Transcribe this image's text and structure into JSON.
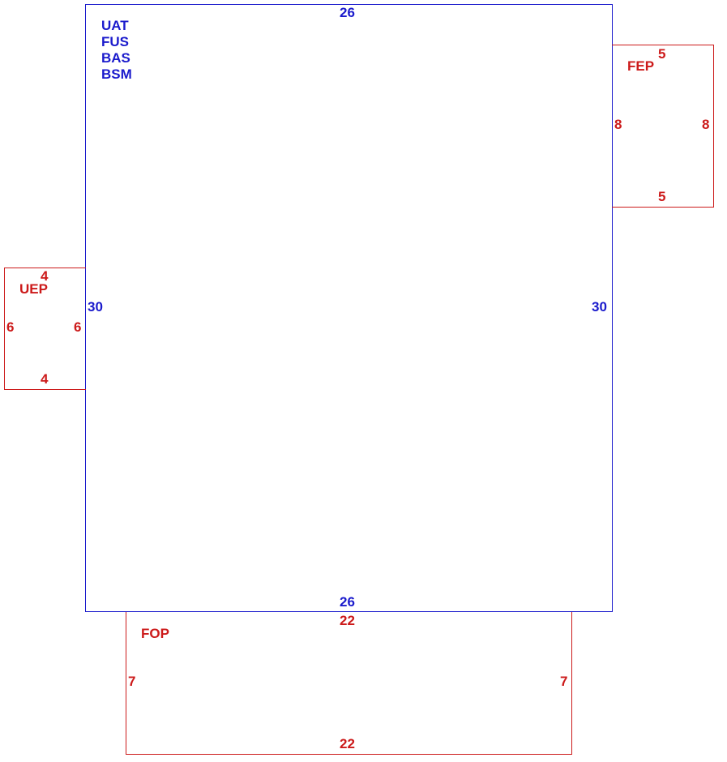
{
  "colors": {
    "main": "#1a1acc",
    "sub": "#cc1a1a",
    "background": "#ffffff"
  },
  "main_room": {
    "codes": [
      "UAT",
      "FUS",
      "BAS",
      "BSM"
    ],
    "top": "26",
    "bottom": "26",
    "left": "30",
    "right": "30"
  },
  "fep": {
    "name": "FEP",
    "top": "5",
    "bottom": "5",
    "left": "8",
    "right": "8"
  },
  "uep": {
    "name": "UEP",
    "top": "4",
    "bottom": "4",
    "left": "6",
    "right": "6"
  },
  "fop": {
    "name": "FOP",
    "top": "22",
    "bottom": "22",
    "left": "7",
    "right": "7"
  }
}
